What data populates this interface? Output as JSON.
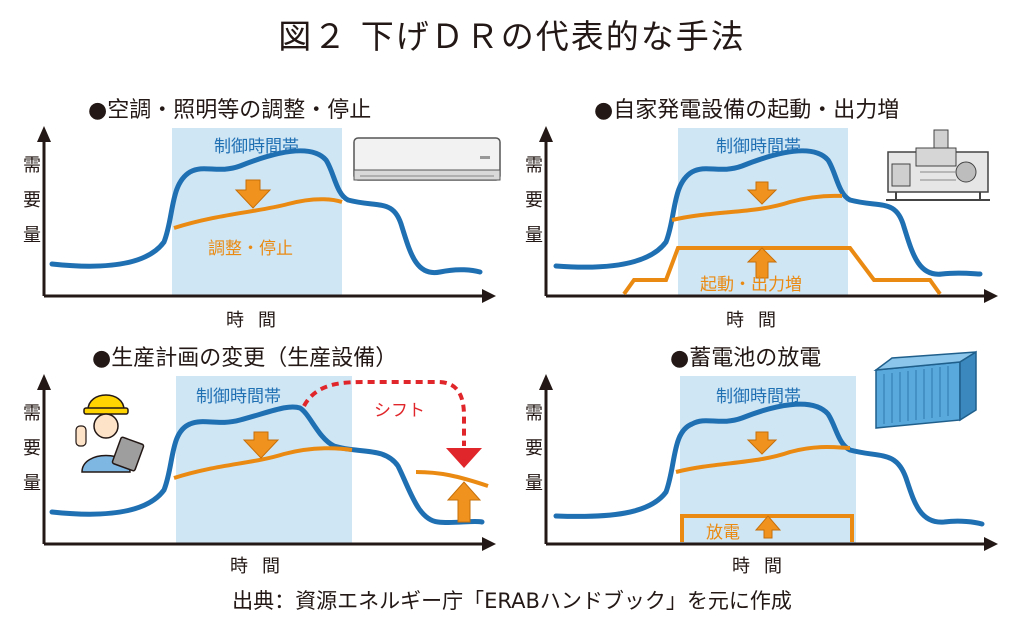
{
  "title": "図２ 下げＤＲの代表的な手法",
  "source": "出典：資源エネルギー庁「ERABハンドブック」を元に作成",
  "axis": {
    "y_chars": [
      "需",
      "要",
      "量"
    ],
    "x_label": "時間"
  },
  "colors": {
    "demand_line": "#1f6fb3",
    "control_band": "#cfe6f5",
    "adjusted_line": "#ea8a12",
    "shift_arrow": "#e0262a"
  },
  "panels": [
    {
      "title": "●空調・照明等の調整・停止",
      "control_label": "制御時間帯",
      "action_label": "調整・停止",
      "icon": "air-conditioner-icon"
    },
    {
      "title": "●自家発電設備の起動・出力増",
      "control_label": "制御時間帯",
      "action_label": "起動・出力増",
      "icon": "generator-icon"
    },
    {
      "title": "●生産計画の変更（生産設備）",
      "control_label": "制御時間帯",
      "shift_label": "シフト",
      "icon": "worker-icon"
    },
    {
      "title": "●蓄電池の放電",
      "control_label": "制御時間帯",
      "action_label": "放電",
      "icon": "battery-container-icon"
    }
  ]
}
